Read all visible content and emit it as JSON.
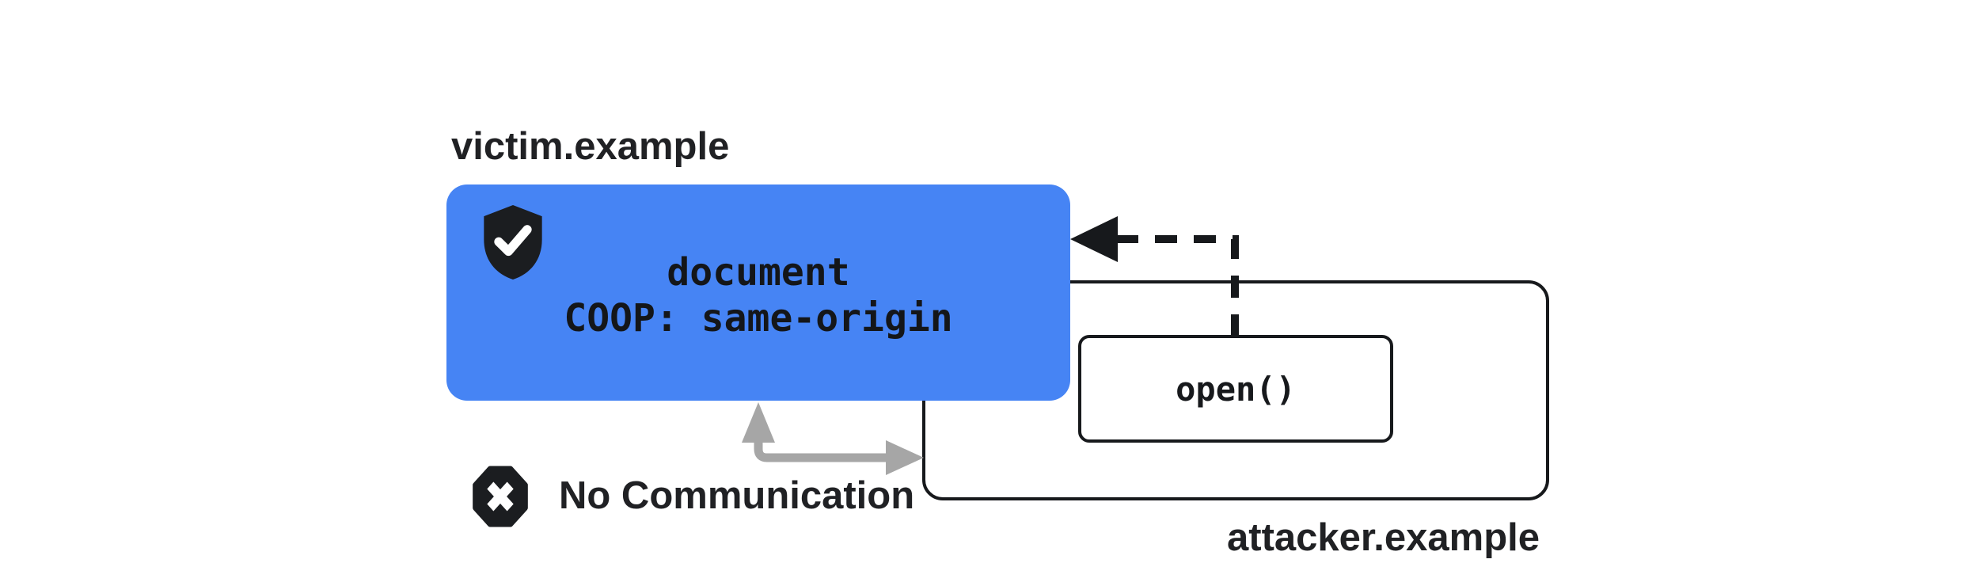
{
  "diagram": {
    "title_context": "COOP same-origin blocks communication between victim window and attacker opener",
    "victim": {
      "domain_label": "victim.example",
      "document_line": "document",
      "coop_line": "COOP: same-origin"
    },
    "attacker": {
      "domain_label": "attacker.example",
      "open_call": "open()"
    },
    "status": {
      "label": "No Communication"
    },
    "icons": {
      "shield_check": "shield-check",
      "blocked": "octagon-x",
      "opener_reference": "dashed-arrow-left",
      "blocked_channel": "gray-elbow-double-arrow"
    },
    "colors": {
      "victim_fill": "#4684F4",
      "outline": "#17191C",
      "text_dark": "#202124",
      "mono_text": "#141619",
      "arrow_gray": "#A6A6A6",
      "icon_fill": "#1B1D20",
      "icon_mark": "#FFFFFF",
      "background": "#FFFFFF"
    }
  }
}
